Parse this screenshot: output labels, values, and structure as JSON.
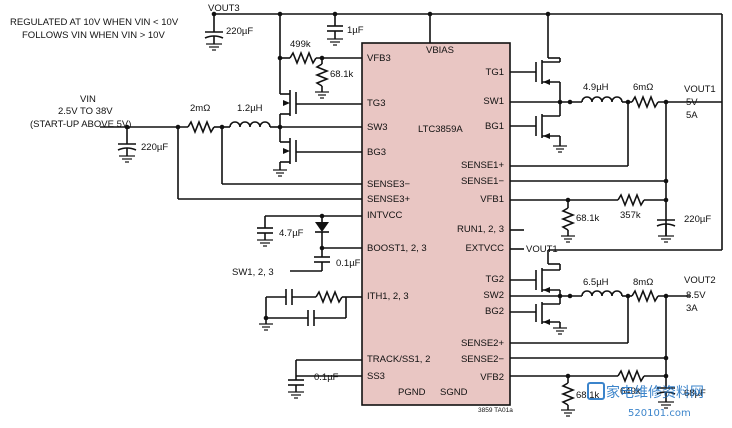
{
  "ic": {
    "name": "LTC3859A",
    "pins_left": [
      "VFB3",
      "TG3",
      "SW3",
      "BG3",
      "SENSE3−",
      "SENSE3+",
      "INTVCC",
      "BOOST1, 2, 3",
      "ITH1, 2, 3",
      "TRACK/SS1, 2",
      "SS3"
    ],
    "pins_right": [
      "TG1",
      "SW1",
      "BG1",
      "SENSE1+",
      "SENSE1−",
      "VFB1",
      "RUN1, 2, 3",
      "EXTVCC",
      "TG2",
      "SW2",
      "BG2",
      "SENSE2+",
      "SENSE2−",
      "VFB2"
    ],
    "pins_top": [
      "VBIAS"
    ],
    "pins_bottom": [
      "PGND",
      "SGND"
    ]
  },
  "notes": {
    "regulated": "REGULATED AT 10V WHEN VIN < 10V",
    "follows": "FOLLOWS VIN WHEN VIN > 10V",
    "vout3": "VOUT3",
    "vin": "VIN",
    "vin_range": "2.5V TO 38V",
    "startup": "(START-UP ABOVE 5V)",
    "vout1_label": "VOUT1",
    "vout1_v": "5V",
    "vout1_a": "5A",
    "vout2_label": "VOUT2",
    "vout2_v": "8.5V",
    "vout2_a": "3A",
    "extvcc_net": "VOUT1",
    "sw_net": "SW1, 2, 3",
    "figure_id": "3859 TA01a"
  },
  "components": {
    "c_vout3": "220µF",
    "c_vout3b": "1µF",
    "r_fb3a": "499k",
    "r_fb3b": "68.1k",
    "r_sense3": "2mΩ",
    "l3": "1.2µH",
    "c_vin": "220µF",
    "c_intvcc": "4.7µF",
    "c_boost": "0.1µF",
    "c_ss3": "0.1µF",
    "l1": "4.9µH",
    "r_sense1": "6mΩ",
    "r_fb1b": "68.1k",
    "r_fb1a": "357k",
    "c_out1": "220µF",
    "l2": "6.5µH",
    "r_sense2": "8mΩ",
    "r_fb2b": "68.1k",
    "r_fb2a": "649k",
    "c_out2": "68µF"
  },
  "watermark": {
    "text": "家电维修资料网",
    "url": "520101.com"
  }
}
